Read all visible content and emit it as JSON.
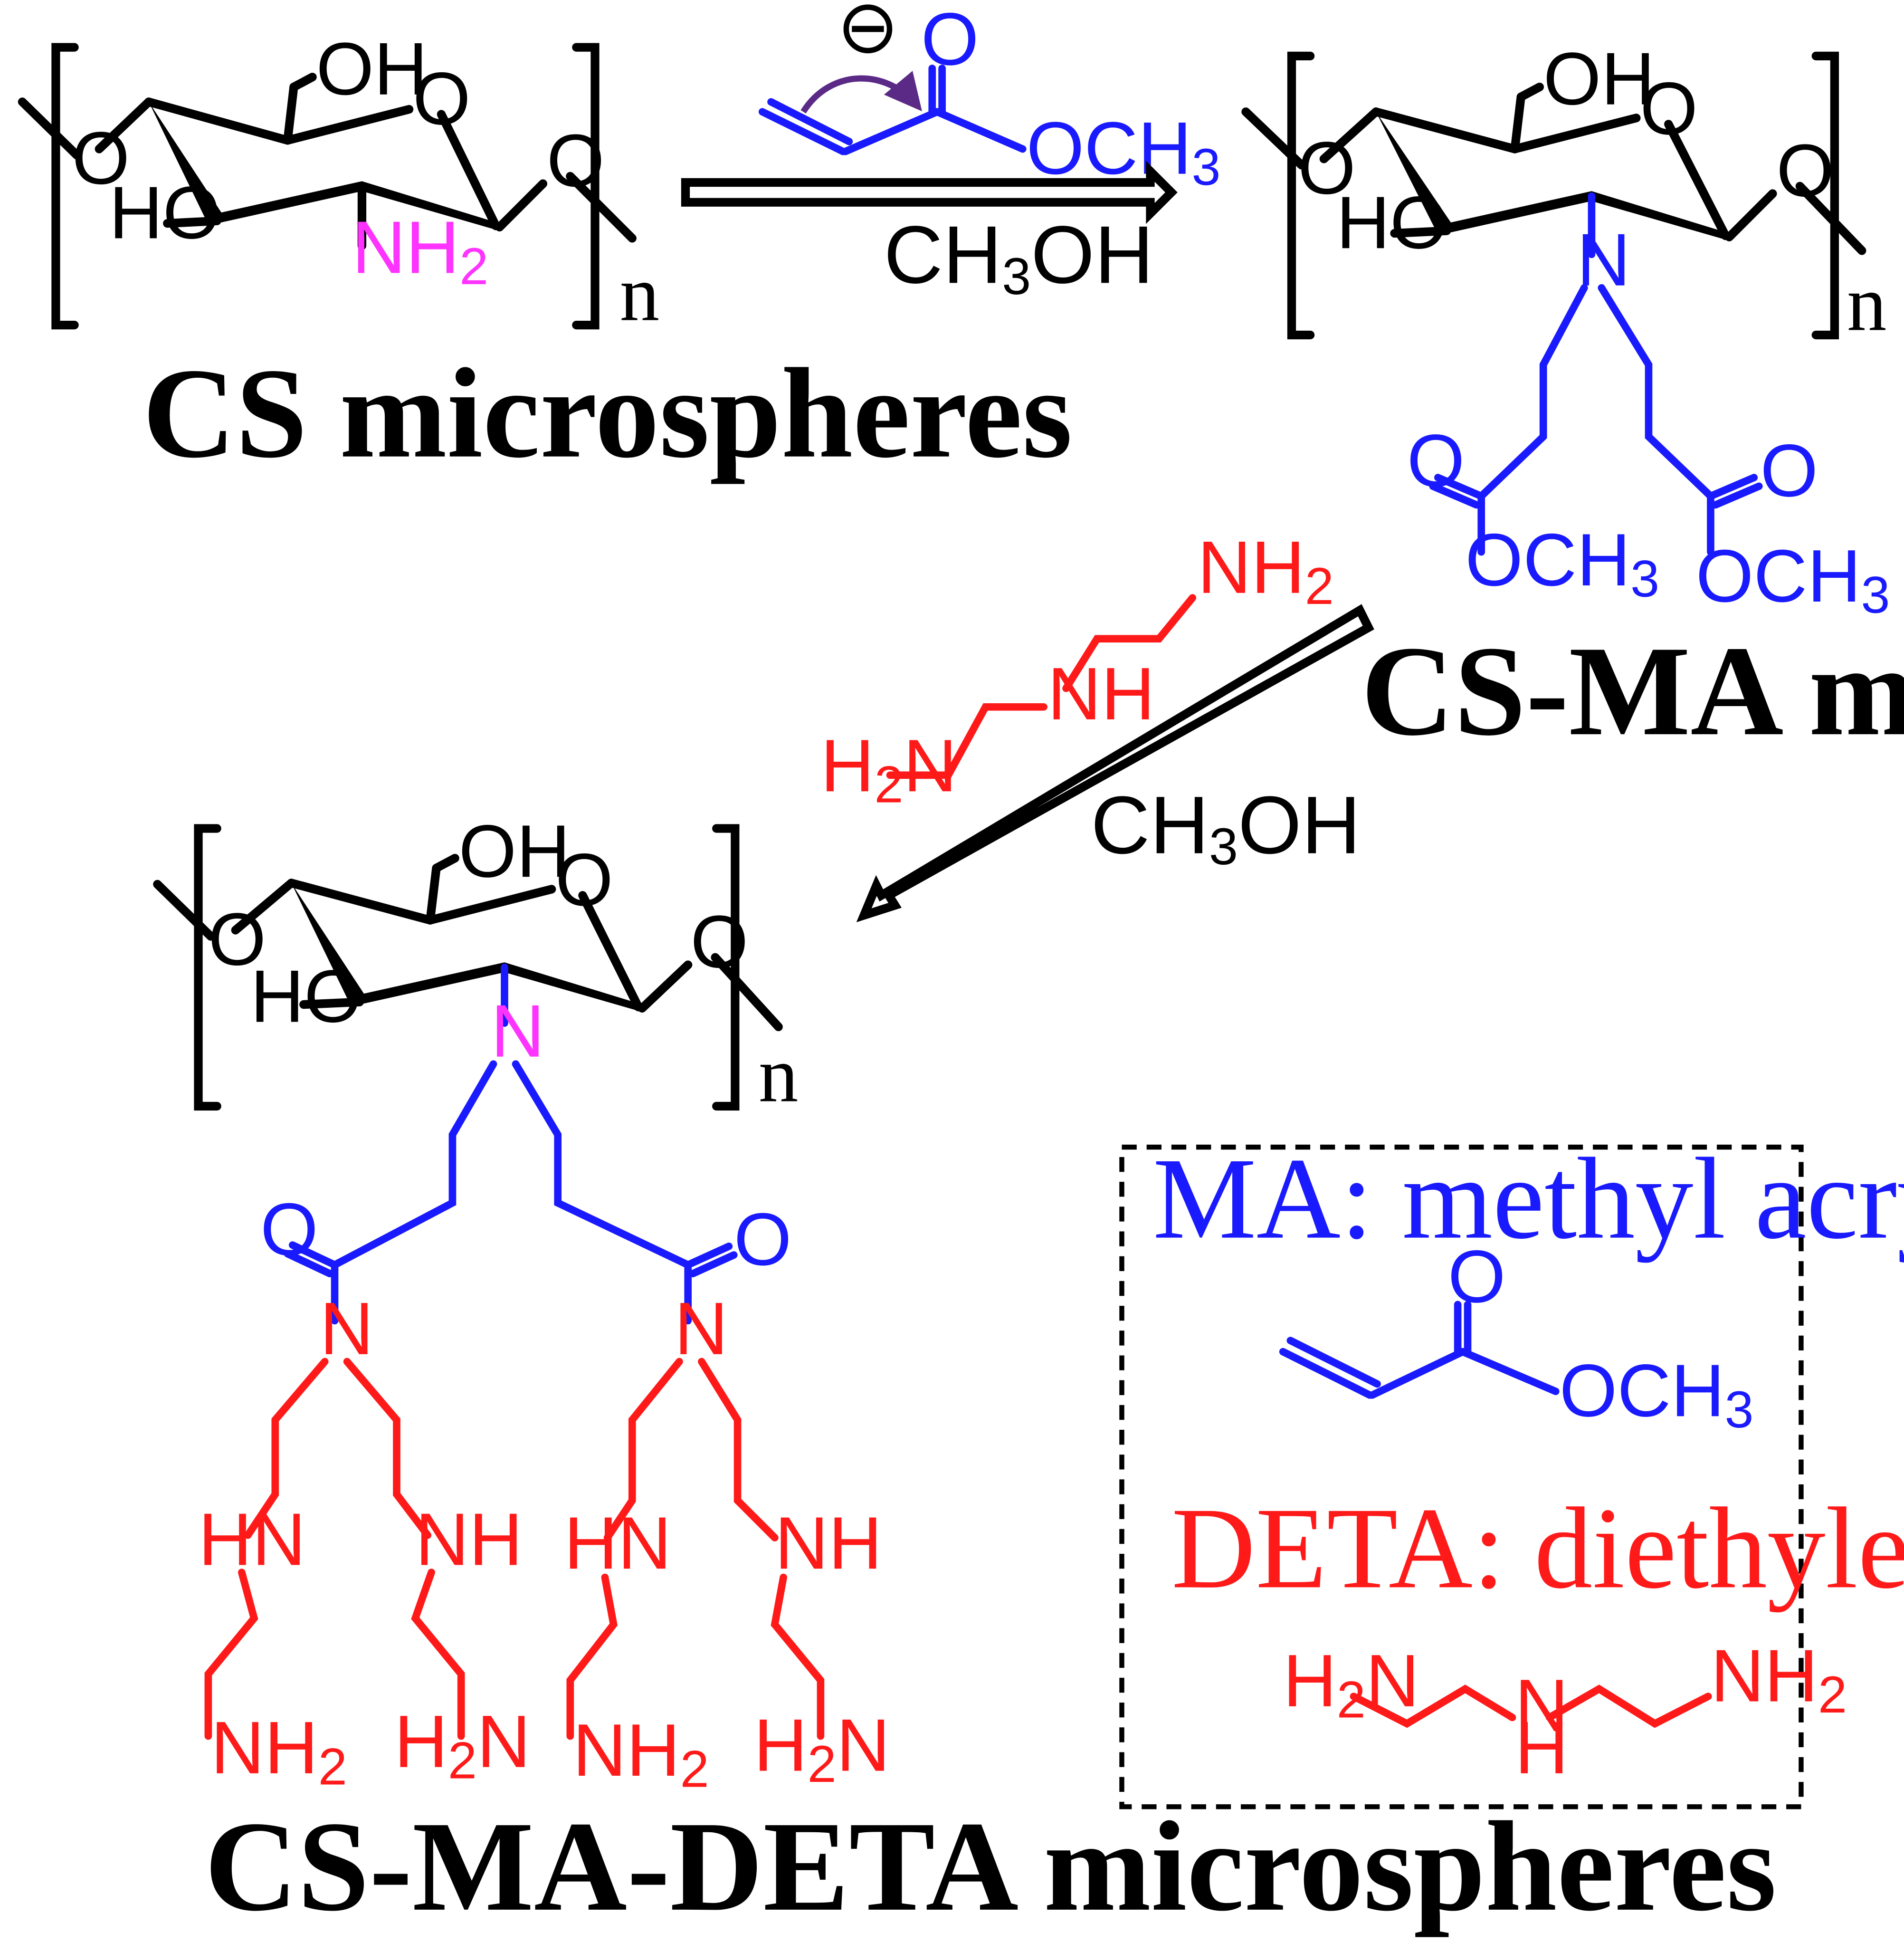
{
  "labels": {
    "cs": "CS microspheres",
    "csma": "CS-MA microspheres",
    "csmadeta": "CS-MA-DETA microspheres"
  },
  "reagents": {
    "solvent1": "CH3OH",
    "solvent2": "CH3OH",
    "charge": "⊖"
  },
  "legend": {
    "ma": "MA: methyl acrylate",
    "deta": "DETA: diethylenetriamine"
  },
  "atoms": {
    "oh": "OH",
    "ho": "HO",
    "o": "O",
    "n": "N",
    "nh": "NH",
    "hn": "HN",
    "h": "H",
    "och3": "OCH3",
    "nh2": "NH2",
    "h2n": "H2N",
    "repeat": "n"
  },
  "colors": {
    "backbone": "#000000",
    "ma": "#1a1aff",
    "deta": "#ff1a1a",
    "amine": "#ff33ff",
    "arrow_curve": "#5b2a86"
  }
}
